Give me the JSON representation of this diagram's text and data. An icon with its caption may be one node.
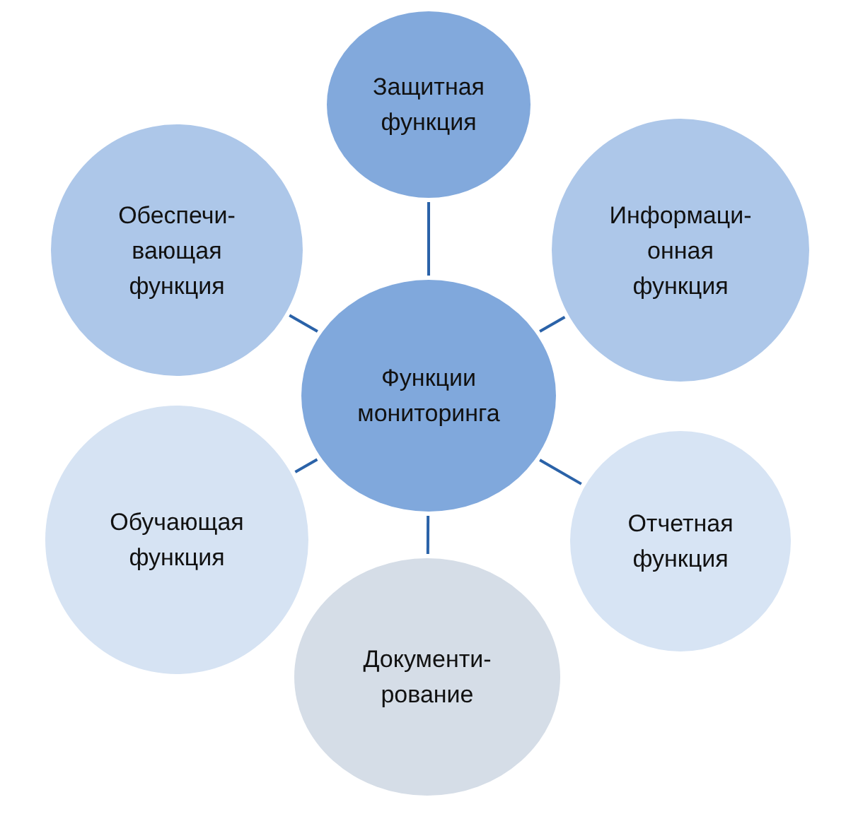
{
  "diagram": {
    "nodes": [
      {
        "text": [
          "Защитная функция"
        ]
      },
      {
        "text": [
          "Обеспечи- вающая функция"
        ]
      },
      {
        "text": [
          "Информаци- онная функция"
        ]
      },
      {
        "text": [
          "Функции мониторинга"
        ]
      },
      {
        "text": [
          "Обучающая функция"
        ]
      },
      {
        "text": [
          "Отчетная функция"
        ]
      },
      {
        "text": [
          "Документи- рование"
        ]
      }
    ],
    "edges": [
      {
        "from": 3,
        "to": 0,
        "arrow": "none"
      },
      {
        "from": 3,
        "to": 1,
        "arrow": "none"
      },
      {
        "from": 3,
        "to": 2,
        "arrow": "none"
      },
      {
        "from": 3,
        "to": 4,
        "arrow": "none"
      },
      {
        "from": 3,
        "to": 5,
        "arrow": "none"
      },
      {
        "from": 3,
        "to": 6,
        "arrow": "none"
      }
    ]
  }
}
